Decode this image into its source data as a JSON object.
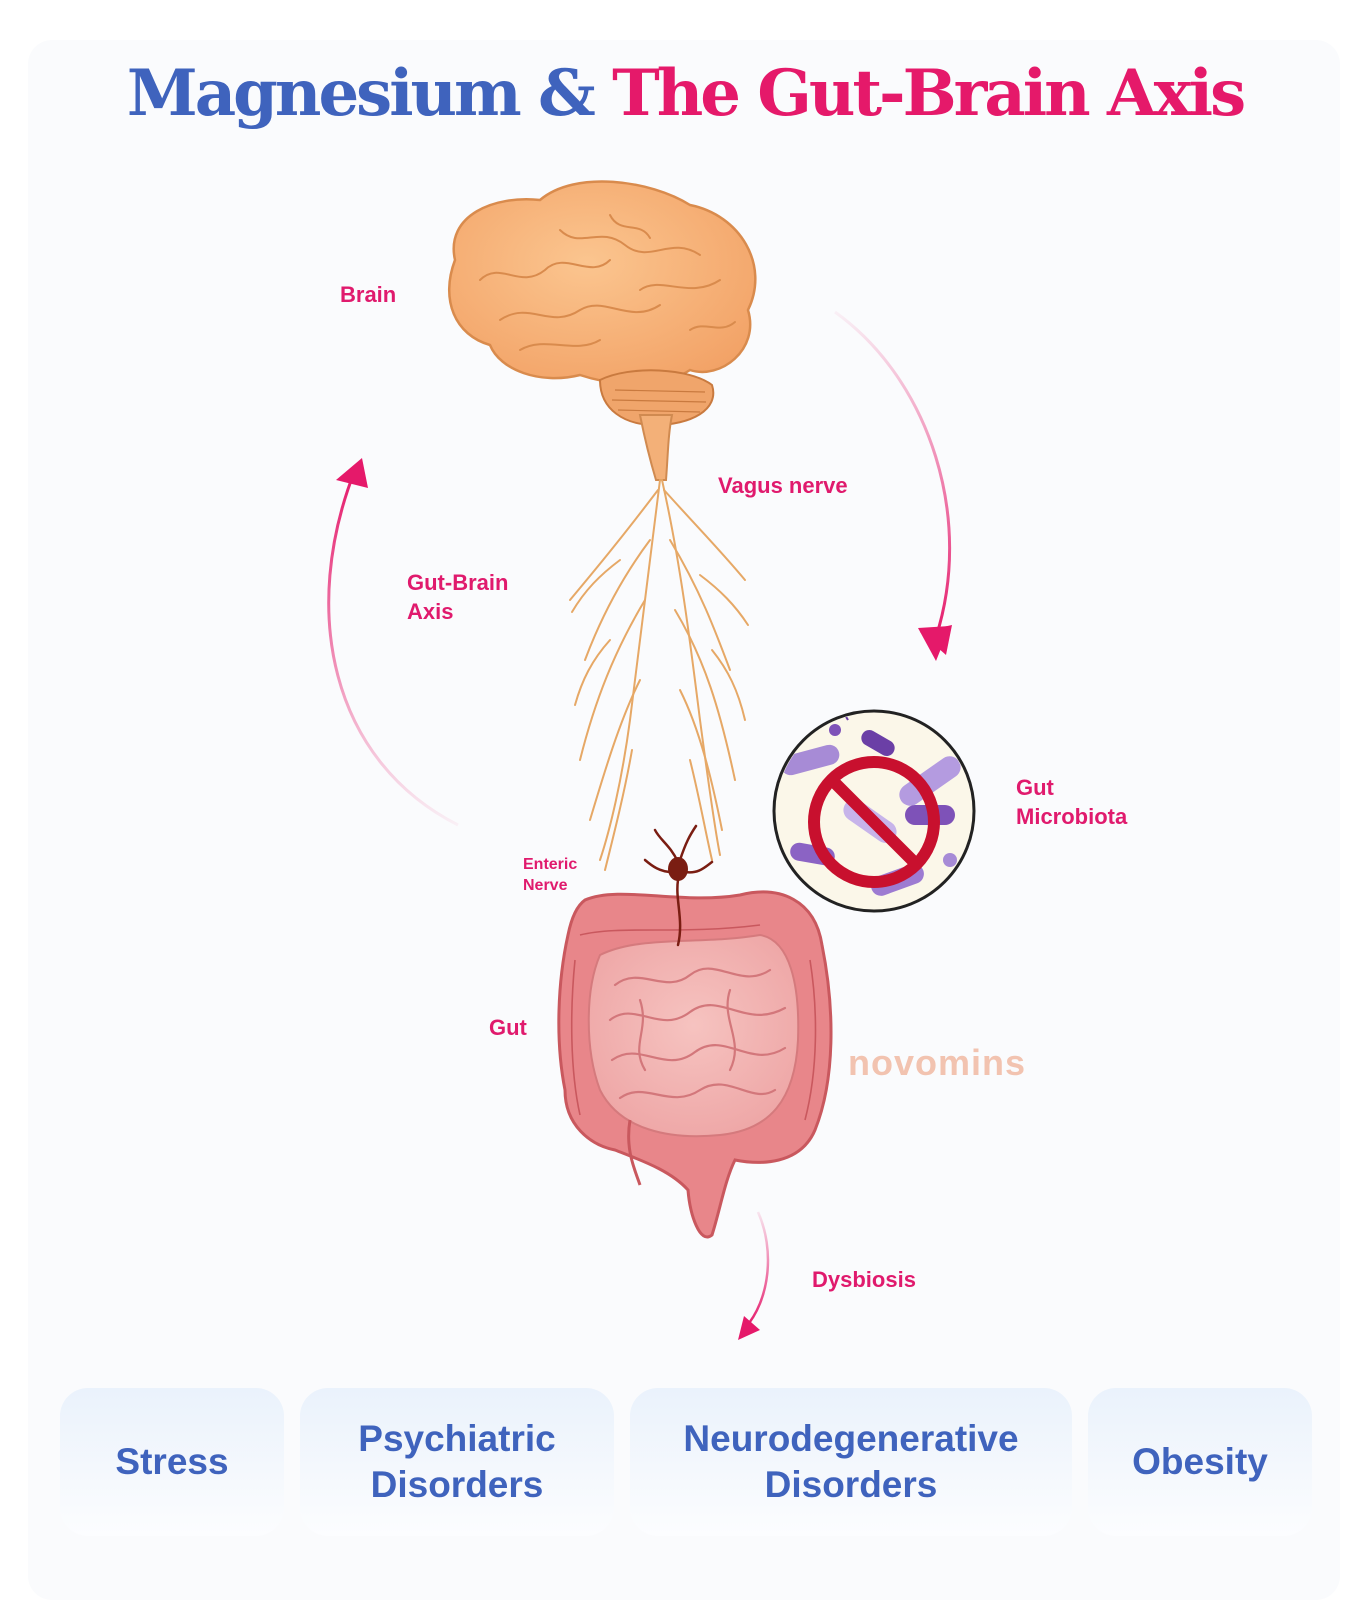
{
  "title": {
    "part1": "Magnesium &",
    "part2": "The Gut-Brain Axis"
  },
  "labels": {
    "brain": "Brain",
    "vagus": "Vagus nerve",
    "axis_line1": "Gut-Brain",
    "axis_line2": "Axis",
    "microbiota_line1": "Gut",
    "microbiota_line2": "Microbiota",
    "enteric_line1": "Enteric",
    "enteric_line2": "Nerve",
    "gut": "Gut",
    "dysbiosis": "Dysbiosis"
  },
  "brand": "novomins",
  "outcomes": [
    {
      "line1": "Stress",
      "line2": ""
    },
    {
      "line1": "Psychiatric",
      "line2": "Disorders"
    },
    {
      "line1": "Neurodegenerative",
      "line2": "Disorders"
    },
    {
      "line1": "Obesity",
      "line2": ""
    }
  ],
  "colors": {
    "title_blue": "#3f63bd",
    "title_pink": "#e5196a",
    "label_pink": "#e01a6d",
    "brain": "#f6b37c",
    "gut": "#e8868a",
    "nerve": "#e6a866",
    "no_sign": "#c8102e"
  },
  "icons": [
    "brain-illustration",
    "nerve-illustration",
    "intestine-illustration",
    "microbiota-circle",
    "prohibition-icon"
  ]
}
